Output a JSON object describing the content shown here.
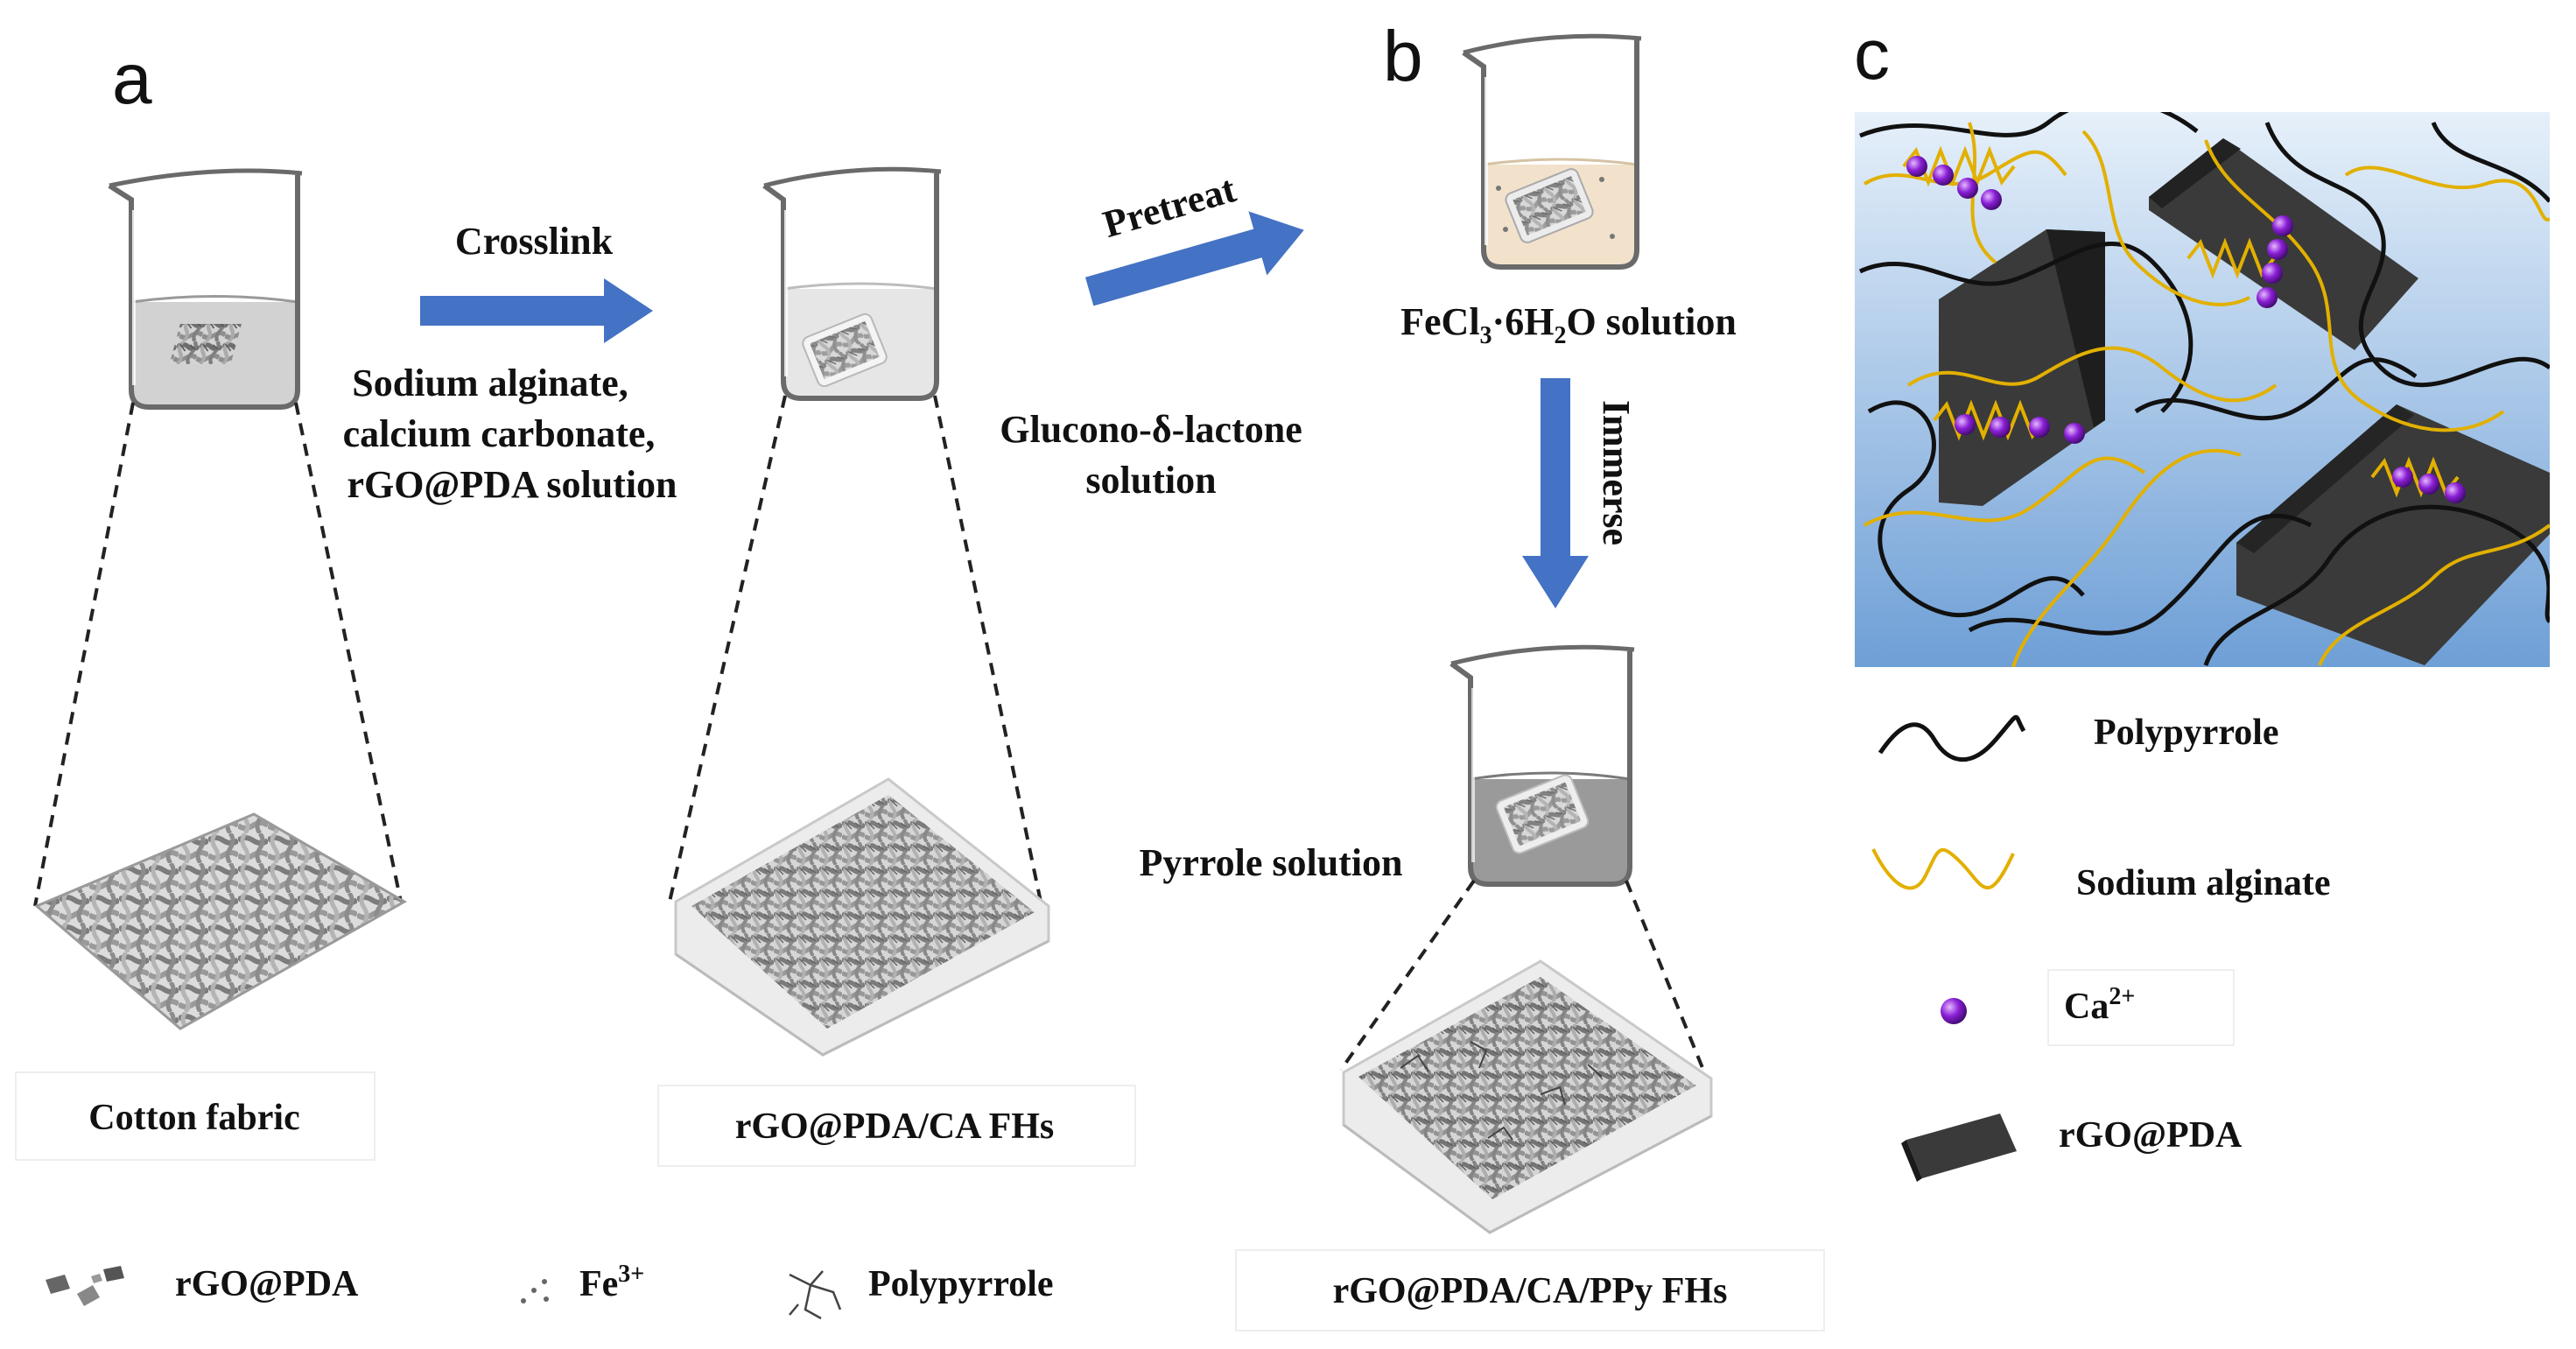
{
  "panels": {
    "a": "a",
    "b": "b",
    "c": "c"
  },
  "steps": {
    "crosslink": "Crosslink",
    "crosslink_solution": [
      "Sodium alginate,",
      "calcium carbonate,",
      "rGO@PDA solution"
    ],
    "pretreat": "Pretreat",
    "glucono_solution": [
      "Glucono-δ-lactone",
      "solution"
    ],
    "fecl3_solution": {
      "pre": "FeCl",
      "sub1": "3",
      "mid": "·6H",
      "sub2": "2",
      "post": "O solution"
    },
    "immerse": "Immerse",
    "pyrrole_solution": "Pyrrole solution"
  },
  "products": {
    "cotton": "Cotton  fabric",
    "fh1": "rGO@PDA/CA FHs",
    "fh2": "rGO@PDA/CA/PPy FHs"
  },
  "bottom_legend": {
    "rgo": "rGO@PDA",
    "fe": {
      "base": "Fe",
      "sup": "3+"
    },
    "ppy": "Polypyrrole"
  },
  "network_legend": {
    "ppy": "Polypyrrole",
    "alginate": "Sodium alginate",
    "ca": {
      "base": "Ca",
      "sup": "2+"
    },
    "rgo": "rGO@PDA"
  },
  "colors": {
    "arrow": "#4472c4",
    "alginate": "#e2b000",
    "polypyrrole": "#111111",
    "calcium": "#8a1fd6",
    "sheet": "#3a3a3a",
    "network_bg_top": "#e6f0fa",
    "network_bg_bottom": "#6e9fd6"
  }
}
